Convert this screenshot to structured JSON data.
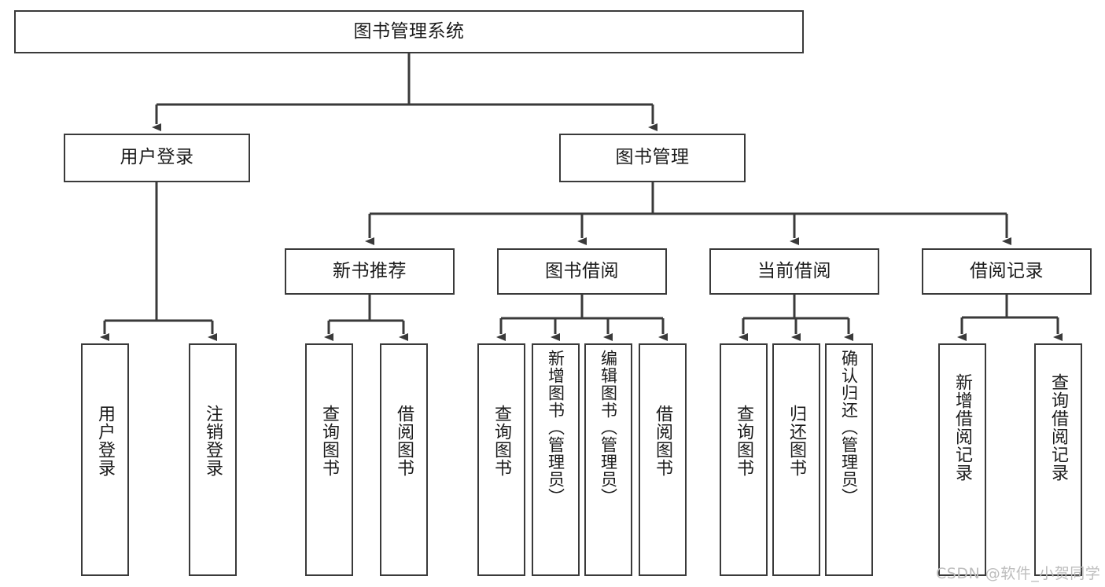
{
  "diagram": {
    "title": "图书管理系统",
    "type": "tree-hierarchy-chart",
    "orientation": "top-down",
    "colors": {
      "box_border": "#3a3a3a",
      "box_fill": "#ffffff",
      "edge": "#3a3a3a",
      "text": "#1b1b1b",
      "watermark": "#bdbdbd",
      "background": "#ffffff"
    }
  },
  "root": {
    "label": "图书管理系统"
  },
  "level2": [
    {
      "label": "用户登录"
    },
    {
      "label": "图书管理"
    }
  ],
  "level3": [
    {
      "label": "新书推荐"
    },
    {
      "label": "图书借阅"
    },
    {
      "label": "当前借阅"
    },
    {
      "label": "借阅记录"
    }
  ],
  "leaves": {
    "user_login": [
      {
        "label": "用户登录"
      },
      {
        "label": "注销登录"
      }
    ],
    "new_book_recommend": [
      {
        "label": "查询图书"
      },
      {
        "label": "借阅图书"
      }
    ],
    "book_borrow": [
      {
        "label": "查询图书"
      },
      {
        "label": "新增图书（管理员）"
      },
      {
        "label": "编辑图书（管理员）"
      },
      {
        "label": "借阅图书"
      }
    ],
    "current_borrow": [
      {
        "label": "查询图书"
      },
      {
        "label": "归还图书"
      },
      {
        "label": "确认归还（管理员）"
      }
    ],
    "borrow_record": [
      {
        "label": "新增借阅记录"
      },
      {
        "label": "查询借阅记录"
      }
    ]
  },
  "watermark": {
    "text": "CSDN @软件_小贺同学"
  }
}
